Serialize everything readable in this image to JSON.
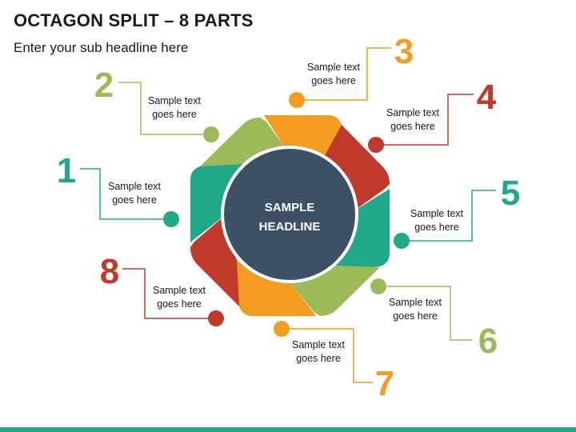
{
  "title": "OCTAGON SPLIT – 8 PARTS",
  "subtitle": "Enter your sub headline here",
  "center": {
    "line1": "SAMPLE",
    "line2": "HEADLINE"
  },
  "colors": {
    "teal": "#1fa88a",
    "green": "#9bbb59",
    "orange": "#f39c1f",
    "red": "#c0392b",
    "navy": "#3d5066"
  },
  "items": [
    {
      "number": "1",
      "line1": "Sample text",
      "line2": "goes here",
      "color": "#1fa88a"
    },
    {
      "number": "2",
      "line1": "Sample text",
      "line2": "goes here",
      "color": "#9bbb59"
    },
    {
      "number": "3",
      "line1": "Sample text",
      "line2": "goes here",
      "color": "#f39c1f"
    },
    {
      "number": "4",
      "line1": "Sample text",
      "line2": "goes here",
      "color": "#c0392b"
    },
    {
      "number": "5",
      "line1": "Sample text",
      "line2": "goes here",
      "color": "#1fa88a"
    },
    {
      "number": "6",
      "line1": "Sample text",
      "line2": "goes here",
      "color": "#9bbb59"
    },
    {
      "number": "7",
      "line1": "Sample text",
      "line2": "goes here",
      "color": "#f39c1f"
    },
    {
      "number": "8",
      "line1": "Sample text",
      "line2": "goes here",
      "color": "#c0392b"
    }
  ]
}
